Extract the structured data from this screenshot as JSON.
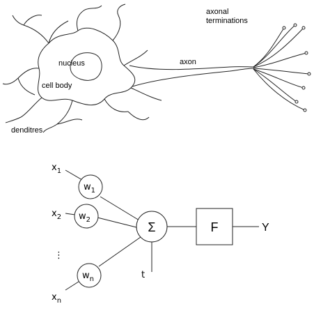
{
  "neuron": {
    "nucleus": "nucleus",
    "cell_body": "cell body",
    "dendrites": "denditres",
    "axon": "axon",
    "terminations_line1": "axonal",
    "terminations_line2": "terminations"
  },
  "perceptron": {
    "inputs": [
      {
        "var": "x",
        "sub": "1"
      },
      {
        "var": "x",
        "sub": "2"
      },
      {
        "var": "x",
        "sub": "n"
      }
    ],
    "weights": [
      {
        "var": "w",
        "sub": "1"
      },
      {
        "var": "w",
        "sub": "2"
      },
      {
        "var": "w",
        "sub": "n"
      }
    ],
    "ellipsis": "⋮",
    "sum_symbol": "Σ",
    "threshold": "t",
    "activation": "F",
    "output": "Y"
  }
}
